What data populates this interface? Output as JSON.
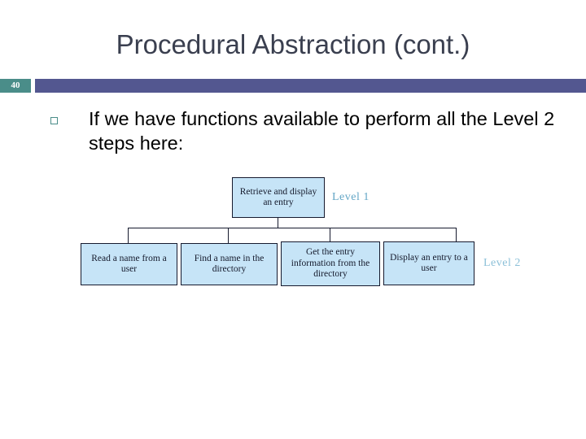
{
  "slide": {
    "title": "Procedural Abstraction (cont.)",
    "number": "40",
    "accent_teal": "#4a8d89",
    "accent_bar": "#535790",
    "title_color": "#3a3f4f"
  },
  "body": {
    "bullet_glyph": "square-outline",
    "text": "If we have functions available to perform all the Level 2 steps here:"
  },
  "diagram": {
    "box_fill": "#c6e4f7",
    "box_border": "#161a2e",
    "caption_color": "#63a6c6",
    "level1": {
      "caption": "Level 1",
      "node": "Retrieve and display an entry"
    },
    "level2": {
      "caption": "Level 2",
      "nodes": [
        "Read a name from a user",
        "Find a name in the directory",
        "Get the entry information from the directory",
        "Display an entry to a user"
      ]
    }
  }
}
